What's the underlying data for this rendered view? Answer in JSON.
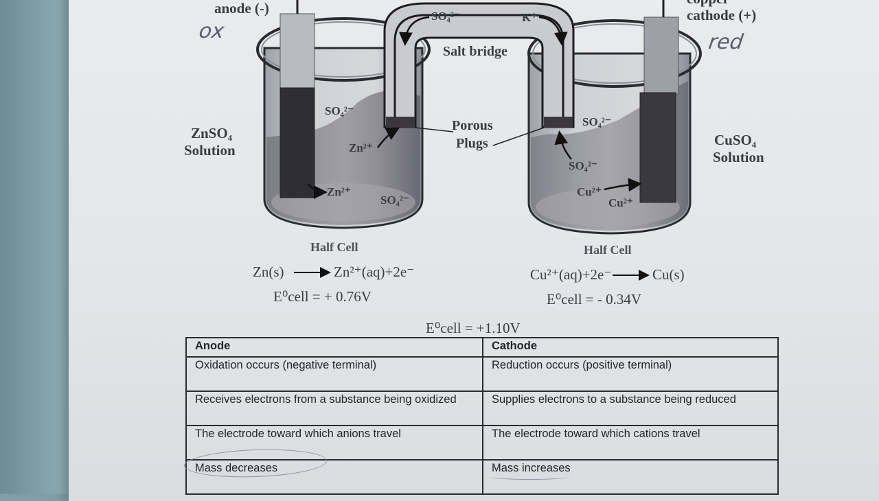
{
  "diagram": {
    "anode_label": "anode (-)",
    "anode_note": "ox",
    "cathode_label_top": "copper",
    "cathode_label": "cathode (+)",
    "cathode_note": "red",
    "salt_bridge_label": "Salt bridge",
    "bridge_anion": "SO₄²⁻",
    "bridge_cation": "K⁺",
    "porous_label_1": "Porous",
    "porous_label_2": "Plugs",
    "left_solution_1": "ZnSO₄",
    "left_solution_2": "Solution",
    "right_solution_1": "CuSO₄",
    "right_solution_2": "Solution",
    "left_ions": [
      "SO₄²⁻",
      "Zn²⁺",
      "Zn²⁺",
      "SO₄²⁻"
    ],
    "right_ions": [
      "SO₄²⁻",
      "SO₄²⁻",
      "Cu²⁺",
      "Cu²⁺"
    ],
    "left_half_cell": "Half Cell",
    "right_half_cell": "Half Cell",
    "left_reaction_lhs": "Zn(s)",
    "left_reaction_rhs": "Zn²⁺(aq)+2e⁻",
    "right_reaction_lhs": "Cu²⁺(aq)+2e⁻",
    "right_reaction_rhs": "Cu(s)",
    "left_potential": "E⁰cell  =  + 0.76V",
    "right_potential": "E⁰cell  =  - 0.34V",
    "total_potential": "E⁰cell  =  +1.10V"
  },
  "table": {
    "headers": [
      "Anode",
      "Cathode"
    ],
    "rows": [
      [
        "Oxidation occurs (negative terminal)",
        "Reduction occurs (positive terminal)"
      ],
      [
        "Receives electrons from a substance being oxidized",
        "Supplies electrons to a substance being reduced"
      ],
      [
        "The electrode toward which anions travel",
        "The electrode toward which cations travel"
      ],
      [
        "Mass decreases",
        "Mass increases"
      ]
    ]
  }
}
